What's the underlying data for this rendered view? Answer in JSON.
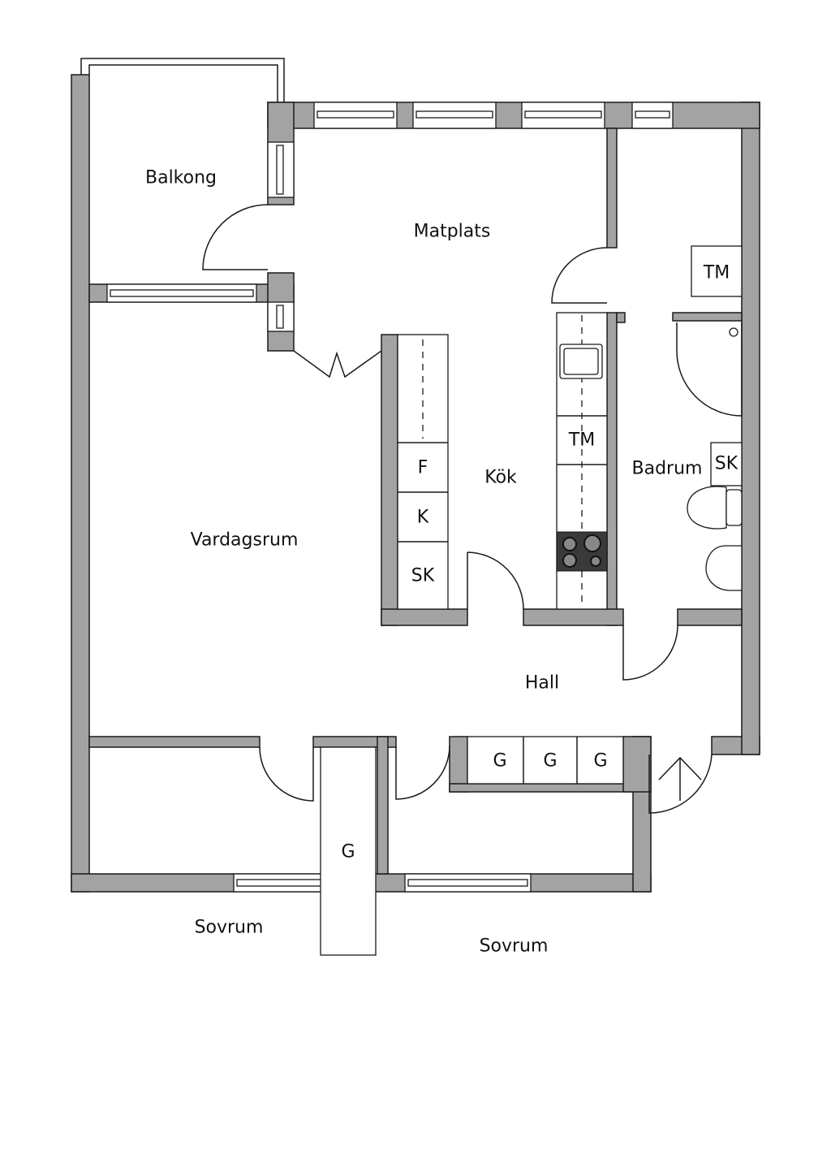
{
  "rooms": {
    "balkong": "Balkong",
    "matplats": "Matplats",
    "vardagsrum": "Vardagsrum",
    "kok": "Kök",
    "badrum": "Badrum",
    "hall": "Hall",
    "sovrum1": "Sovrum",
    "sovrum2": "Sovrum"
  },
  "fixtures": {
    "kitchen_f": "F",
    "kitchen_k": "K",
    "kitchen_sk": "SK",
    "kitchen_tm": "TM",
    "bath_tm": "TM",
    "bath_sk": "SK",
    "hall_g1": "G",
    "hall_g2": "G",
    "hall_g3": "G",
    "bedroom_g": "G"
  },
  "colors": {
    "wall": "#a3a3a3",
    "stove": "#3a3a3a"
  }
}
